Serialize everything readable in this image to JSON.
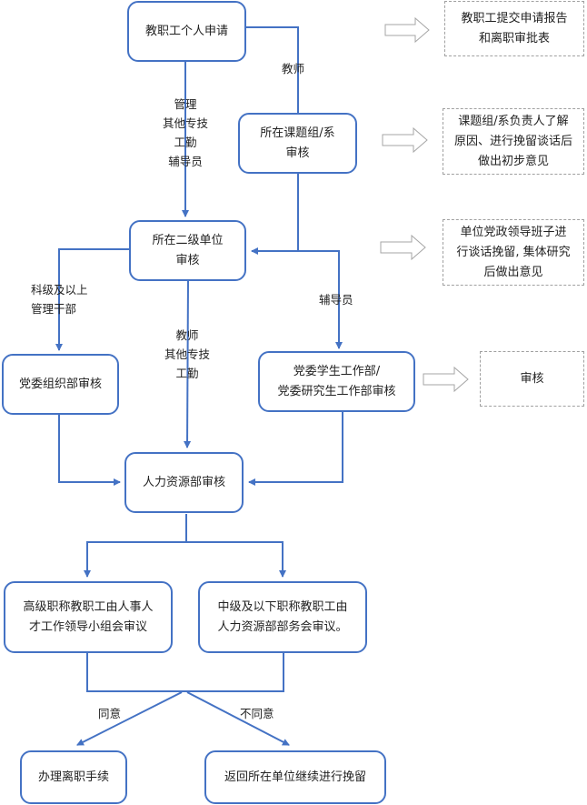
{
  "colors": {
    "connector": "#4472c4",
    "node_border": "#4472c4",
    "note_border": "#a0a0a0",
    "hollow_arrow": "#a6a6a6"
  },
  "nodes": {
    "apply": "教职工个人申请",
    "group_review": "所在课题组/系\n审核",
    "unit_review": "所在二级单位\n审核",
    "org_dept_review": "党委组织部审核",
    "student_dept_review": "党委学生工作部/\n党委研究生工作部审核",
    "hr_review": "人力资源部审核",
    "senior_meeting": "高级职称教职工由人事人\n才工作领导小组会审议",
    "junior_meeting": "中级及以下职称教职工由\n人力资源部部务会审议。",
    "resign": "办理离职手续",
    "return": "返回所在单位继续进行挽留"
  },
  "notes": {
    "apply_note": "教职工提交申请报告\n和离职审批表",
    "group_note": "课题组/系负责人了解\n原因、进行挽留谈话后\n做出初步意见",
    "unit_note": "单位党政领导班子进\n行谈话挽留, 集体研究\n后做出意见",
    "student_note": "审核"
  },
  "edge_labels": {
    "teacher": "教师",
    "mgmt_group": "管理\n其他专技\n工勤\n辅导员",
    "section_level": "科级及以上\n管理干部",
    "teacher_group": "教师\n其他专技\n工勤",
    "counselor": "辅导员",
    "agree": "同意",
    "disagree": "不同意"
  },
  "icons": {
    "hollow_arrow": "hollow-right-arrow-icon",
    "arrowhead": "arrowhead-icon"
  }
}
